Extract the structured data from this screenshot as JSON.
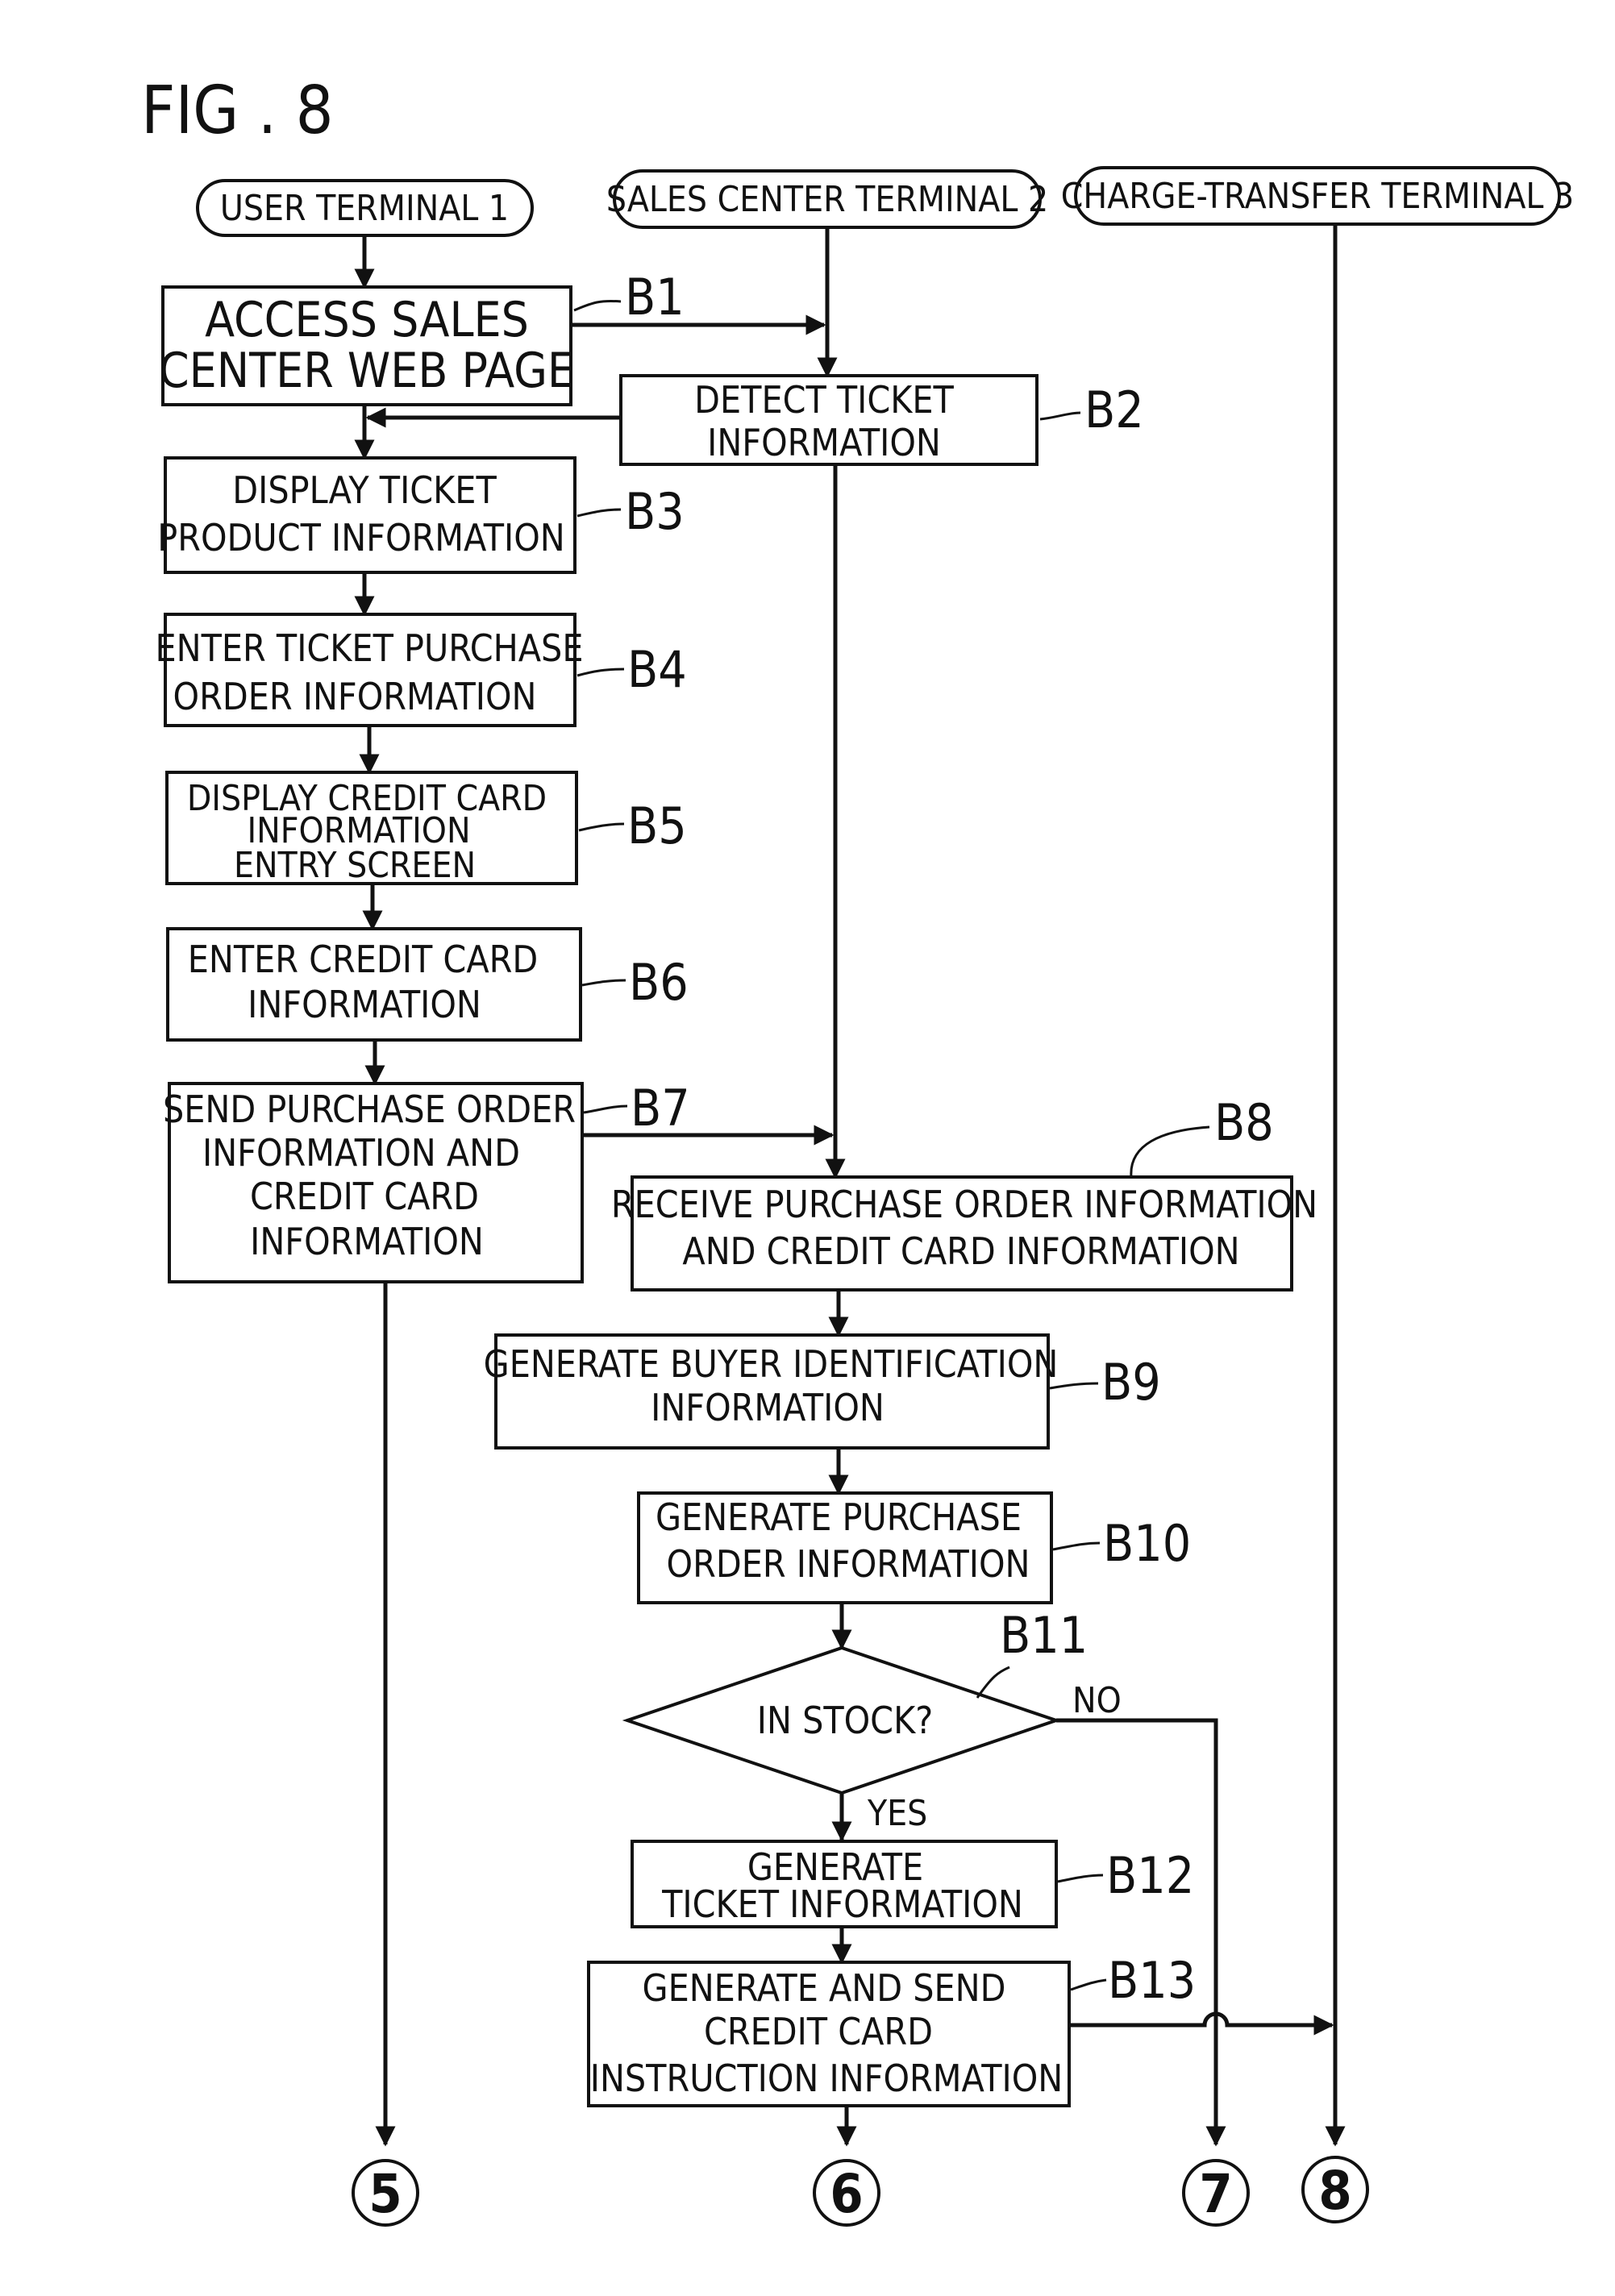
{
  "figure": {
    "title": "FIG . 8"
  },
  "terminals": {
    "user": "USER TERMINAL 1",
    "sales": "SALES CENTER TERMINAL 2",
    "charge": "CHARGE-TRANSFER TERMINAL 3"
  },
  "steps": {
    "B1": {
      "label": "B1",
      "lines": [
        "ACCESS SALES",
        "CENTER  WEB PAGE"
      ]
    },
    "B2": {
      "label": "B2",
      "lines": [
        "DETECT TICKET",
        "INFORMATION"
      ]
    },
    "B3": {
      "label": "B3",
      "lines": [
        "DISPLAY TICKET",
        "PRODUCT INFORMATION"
      ]
    },
    "B4": {
      "label": "B4",
      "lines": [
        "ENTER TICKET PURCHASE",
        "ORDER INFORMATION"
      ]
    },
    "B5": {
      "label": "B5",
      "lines": [
        "DISPLAY CREDIT CARD",
        "INFORMATION",
        "ENTRY SCREEN"
      ]
    },
    "B6": {
      "label": "B6",
      "lines": [
        "ENTER CREDIT CARD",
        "INFORMATION"
      ]
    },
    "B7": {
      "label": "B7",
      "lines": [
        "SEND PURCHASE ORDER",
        "INFORMATION AND",
        "CREDIT CARD",
        "INFORMATION"
      ]
    },
    "B8": {
      "label": "B8",
      "lines": [
        "RECEIVE PURCHASE ORDER INFORMATION",
        "AND CREDIT CARD INFORMATION"
      ]
    },
    "B9": {
      "label": "B9",
      "lines": [
        "GENERATE BUYER IDENTIFICATION",
        "INFORMATION"
      ]
    },
    "B10": {
      "label": "B10",
      "lines": [
        "GENERATE PURCHASE",
        "ORDER INFORMATION"
      ]
    },
    "B11": {
      "label": "B11",
      "lines": [
        "IN STOCK?"
      ]
    },
    "B12": {
      "label": "B12",
      "lines": [
        "GENERATE",
        "TICKET INFORMATION"
      ]
    },
    "B13": {
      "label": "B13",
      "lines": [
        "GENERATE AND SEND",
        "CREDIT CARD",
        "INSTRUCTION INFORMATION"
      ]
    }
  },
  "branches": {
    "yes": "YES",
    "no": "NO"
  },
  "connectors": {
    "c5": "5",
    "c6": "6",
    "c7": "7",
    "c8": "8"
  }
}
